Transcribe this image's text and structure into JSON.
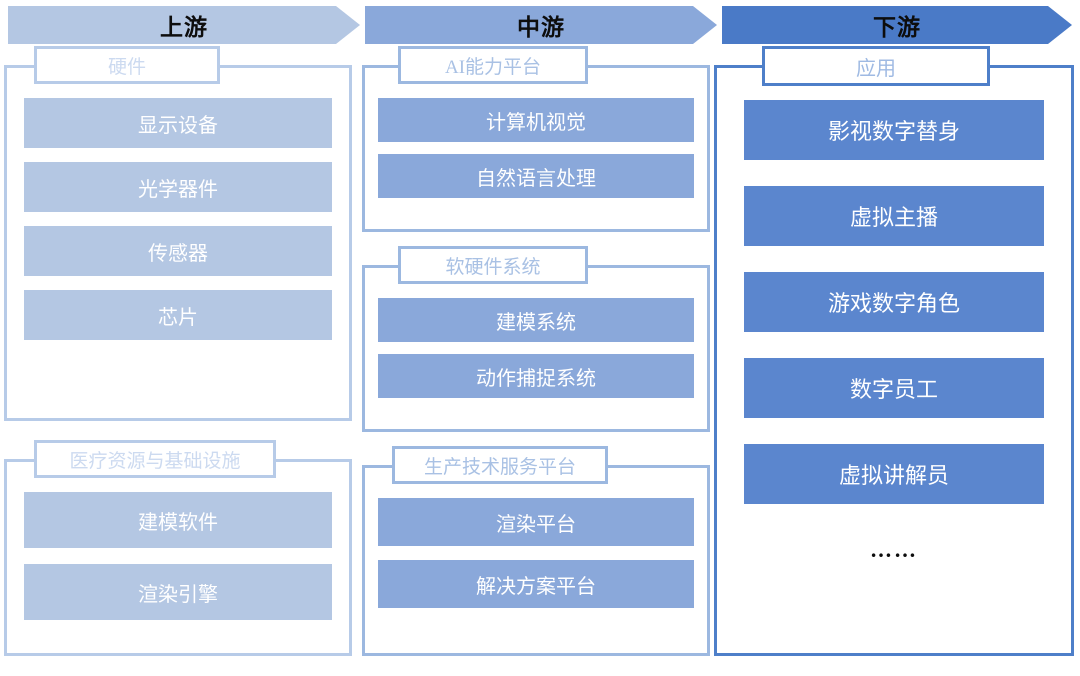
{
  "banner": {
    "stages": [
      {
        "label": "上游",
        "color": "#b4c7e3"
      },
      {
        "label": "中游",
        "color": "#8aa8da"
      },
      {
        "label": "下游",
        "color": "#4a7ac7"
      }
    ]
  },
  "columns": [
    {
      "key": "upstream",
      "stage_label": "上游",
      "accent": "#b4c7e3",
      "border": "#b7cbe8",
      "groups": [
        {
          "title": "硬件",
          "items": [
            "显示设备",
            "光学器件",
            "传感器",
            "芯片"
          ]
        },
        {
          "title": "医疗资源与基础设施",
          "items": [
            "建模软件",
            "渲染引擎"
          ]
        }
      ]
    },
    {
      "key": "midstream",
      "stage_label": "中游",
      "accent": "#8aa8da",
      "border": "#9cb8e0",
      "groups": [
        {
          "title": "AI能力平台",
          "items": [
            "计算机视觉",
            "自然语言处理"
          ]
        },
        {
          "title": "软硬件系统",
          "items": [
            "建模系统",
            "动作捕捉系统"
          ]
        },
        {
          "title": "生产技术服务平台",
          "items": [
            "渲染平台",
            "解决方案平台"
          ]
        }
      ]
    },
    {
      "key": "downstream",
      "stage_label": "下游",
      "accent": "#5b86ce",
      "border": "#4e7fc9",
      "groups": [
        {
          "title": "应用",
          "items": [
            "影视数字替身",
            "虚拟主播",
            "游戏数字角色",
            "数字员工",
            "虚拟讲解员"
          ],
          "trailing": "……"
        }
      ]
    }
  ]
}
